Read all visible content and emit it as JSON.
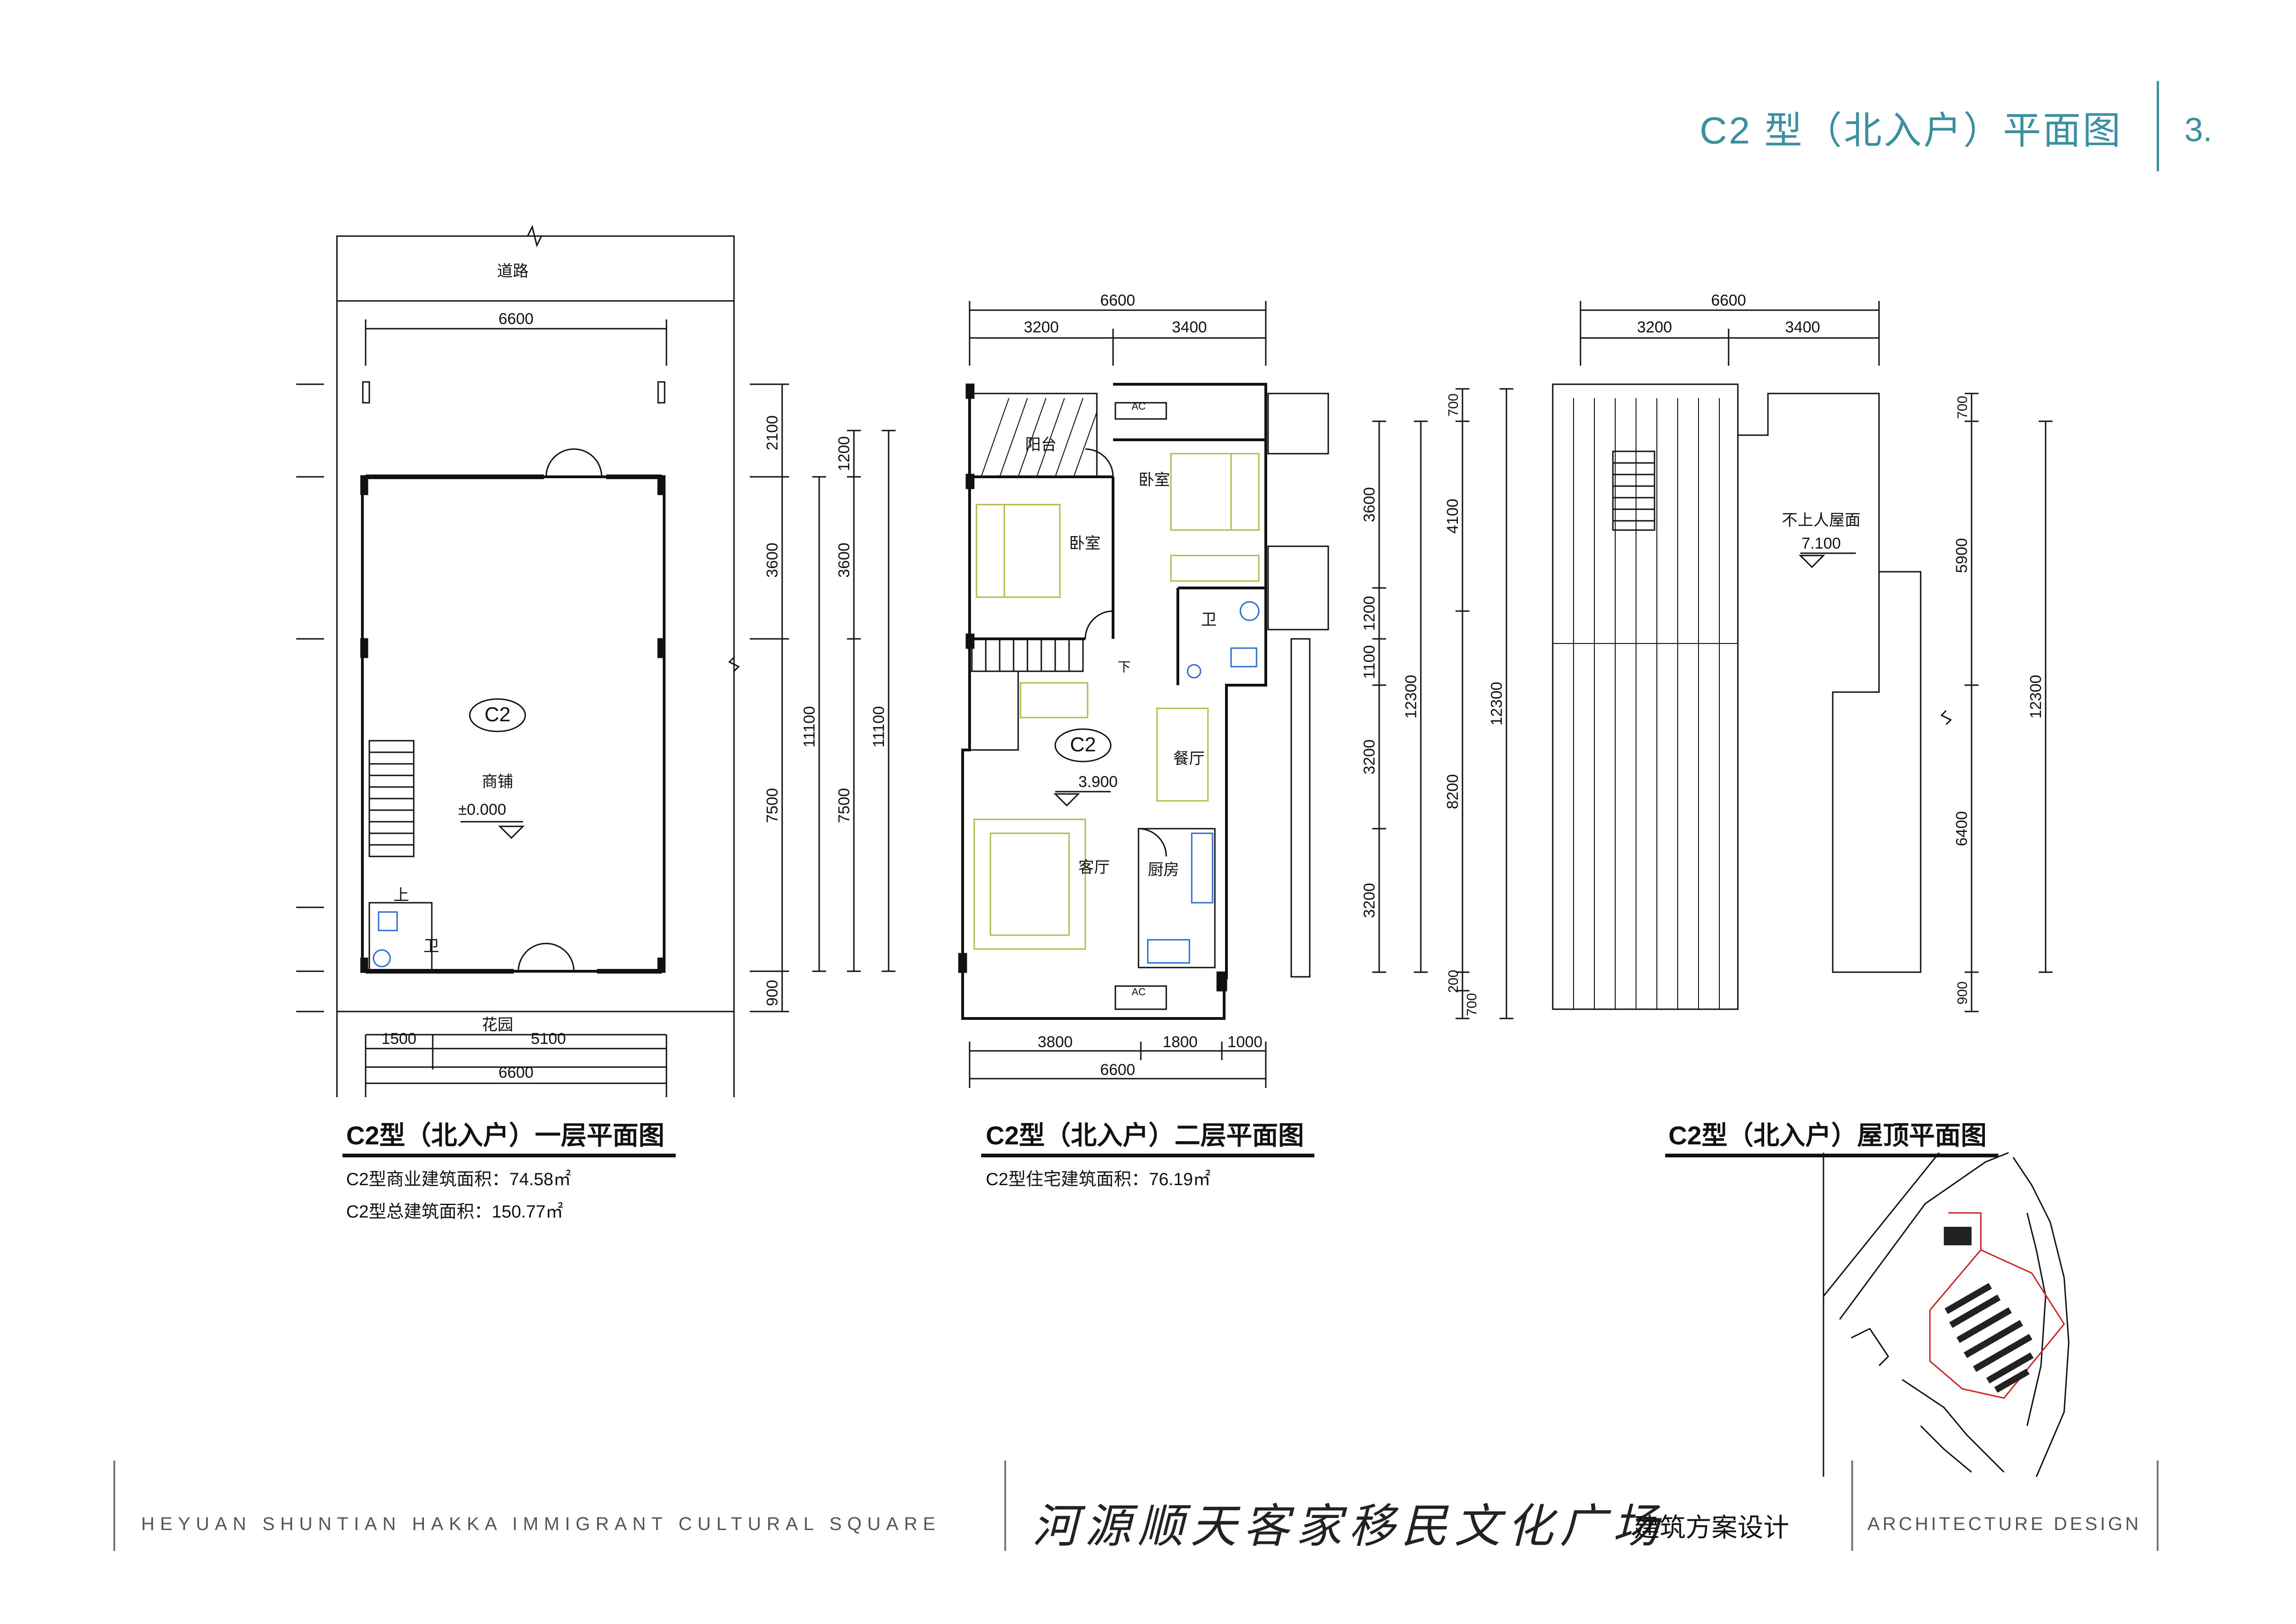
{
  "header": {
    "title": "C2 型（北入户）平面图",
    "page_number": "3."
  },
  "plan1": {
    "title": "C2型（北入户）一层平面图",
    "area1": "C2型商业建筑面积：74.58㎡",
    "area2": "C2型总建筑面积：150.77㎡",
    "labels": {
      "road": "道路",
      "shop": "商铺",
      "tag": "C2",
      "level": "±0.000",
      "wc": "卫",
      "garden": "花园",
      "up": "上"
    },
    "dims": {
      "top": "6600",
      "bottom_total": "6600",
      "bottom_a": "1500",
      "bottom_b": "5100",
      "left": [
        "2100",
        "3600",
        "7500",
        "900"
      ],
      "left_total": "11100",
      "right": [
        "1200",
        "3600",
        "7500"
      ],
      "right_total": "11100"
    }
  },
  "plan2": {
    "title": "C2型（北入户）二层平面图",
    "area1": "C2型住宅建筑面积：76.19㎡",
    "labels": {
      "balcony": "阳台",
      "bed1": "卧室",
      "bed2": "卧室",
      "wc": "卫",
      "tag": "C2",
      "level": "3.900",
      "dining": "餐厅",
      "living": "客厅",
      "kitchen": "厨房",
      "down": "下",
      "ac1": "AC",
      "ac2": "AC"
    },
    "dims": {
      "top_total": "6600",
      "top_a": "3200",
      "top_b": "3400",
      "bottom_a": "3800",
      "bottom_b": "1800",
      "bottom_c": "1000",
      "bottom_total": "6600",
      "right_inner": [
        "3600",
        "1200",
        "1100",
        "3200",
        "3200"
      ],
      "right_mid": [
        "4100",
        "8200"
      ],
      "right_total": "12300",
      "right_small": [
        "700",
        "200",
        "700"
      ]
    }
  },
  "plan3": {
    "title": "C2型（北入户）屋顶平面图",
    "labels": {
      "roof": "不上人屋面",
      "level": "7.100"
    },
    "dims": {
      "top_total": "6600",
      "top_a": "3200",
      "top_b": "3400",
      "right": [
        "700",
        "5900",
        "6400",
        "900"
      ],
      "right_total": "12300"
    }
  },
  "footer": {
    "en_left": "HEYUAN SHUNTIAN HAKKA IMMIGRANT CULTURAL SQUARE",
    "cn_calligraphy": "河源顺天客家移民文化广场",
    "cn_design": "建筑方案设计",
    "en_right": "ARCHITECTURE DESIGN"
  },
  "colors": {
    "accent": "#3b8fa0",
    "furniture": "#b8b84a",
    "highlight": "#cc2222"
  }
}
